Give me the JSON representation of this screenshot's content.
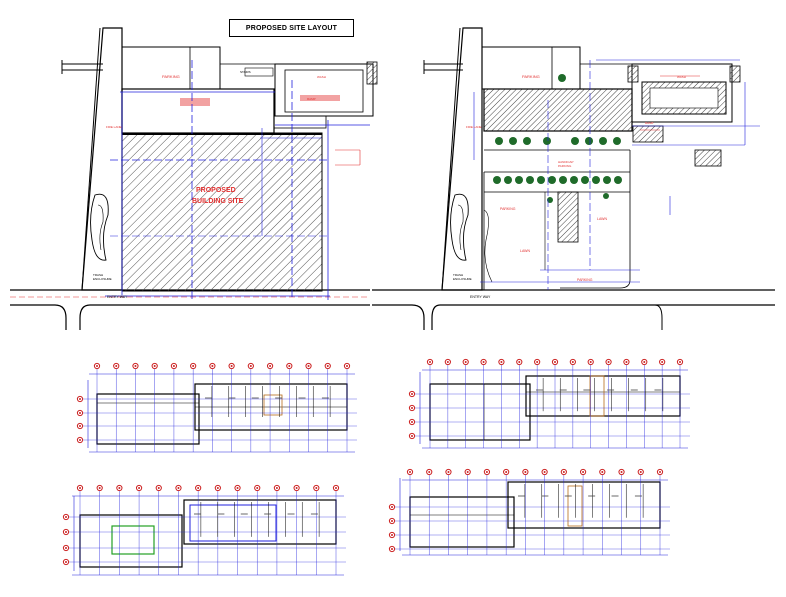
{
  "title": "PROPOSED SITE LAYOUT",
  "left_site": {
    "parking": "PARKING",
    "stairs": "STAIRS",
    "proposed_building": [
      "PROPOSED",
      "BUILDING SITE"
    ],
    "trash_label": [
      "TRASH",
      "ENCLOSURE"
    ],
    "entry_way": "ENTRY WAY",
    "small_labels": [
      "FIRE LANE",
      "WASH",
      "RAMP"
    ]
  },
  "right_site": {
    "parking_top": "PARKING",
    "handicap_parking": [
      "HANDICAP",
      "PARKING"
    ],
    "parking_mid": "PARKING",
    "lawn_left": "LAWN",
    "lawn_right": "LAWN",
    "parking_bottom": "PARKING",
    "trash_label": [
      "TRASH",
      "ENCLOSURE"
    ],
    "entry_way": "ENTRY WAY",
    "small_labels": [
      "FIRE LANE",
      "WASH",
      "RAMP"
    ]
  },
  "colors": {
    "line": "#000000",
    "dimension": "#2222dd",
    "annotation": "#e23030",
    "hatch": "#555555",
    "tree": "#1f6b2a",
    "grid_bubble": "#cc2222"
  }
}
